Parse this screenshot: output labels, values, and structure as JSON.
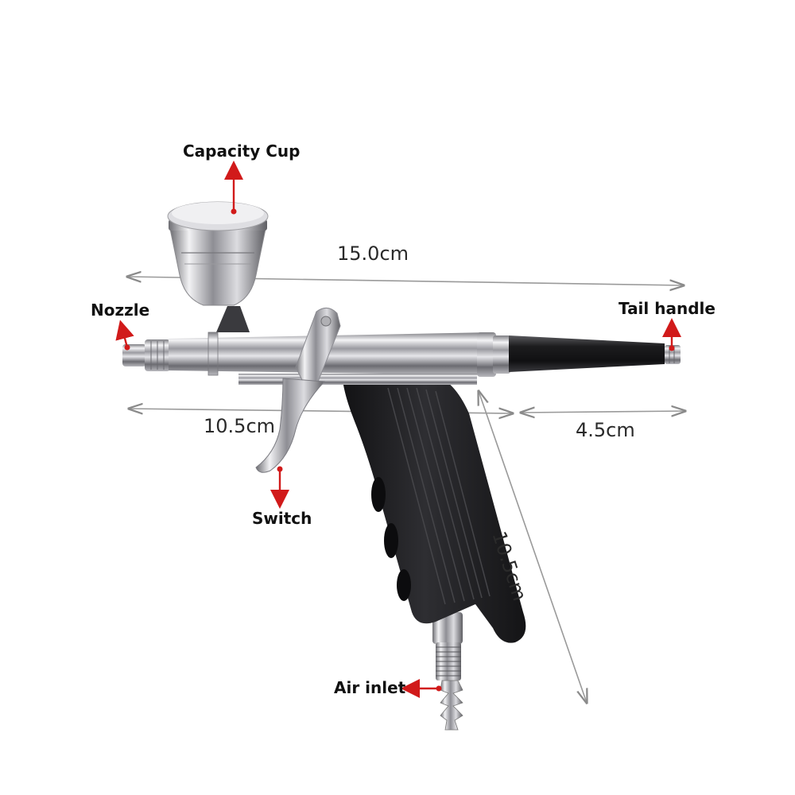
{
  "labels": {
    "capacity_cup": "Capacity Cup",
    "nozzle": "Nozzle",
    "tail_handle": "Tail handle",
    "switch": "Switch",
    "air_inlet": "Air inlet"
  },
  "dimensions": {
    "overall_length": "15.0cm",
    "front_length": "10.5cm",
    "tail_length": "4.5cm",
    "grip_length": "10.5cm"
  },
  "colors": {
    "callout_arrow": "#d11a1a",
    "dimension_line": "#9a9a9a",
    "chrome": "#c9c9cc",
    "grip": "#1e1e20"
  }
}
